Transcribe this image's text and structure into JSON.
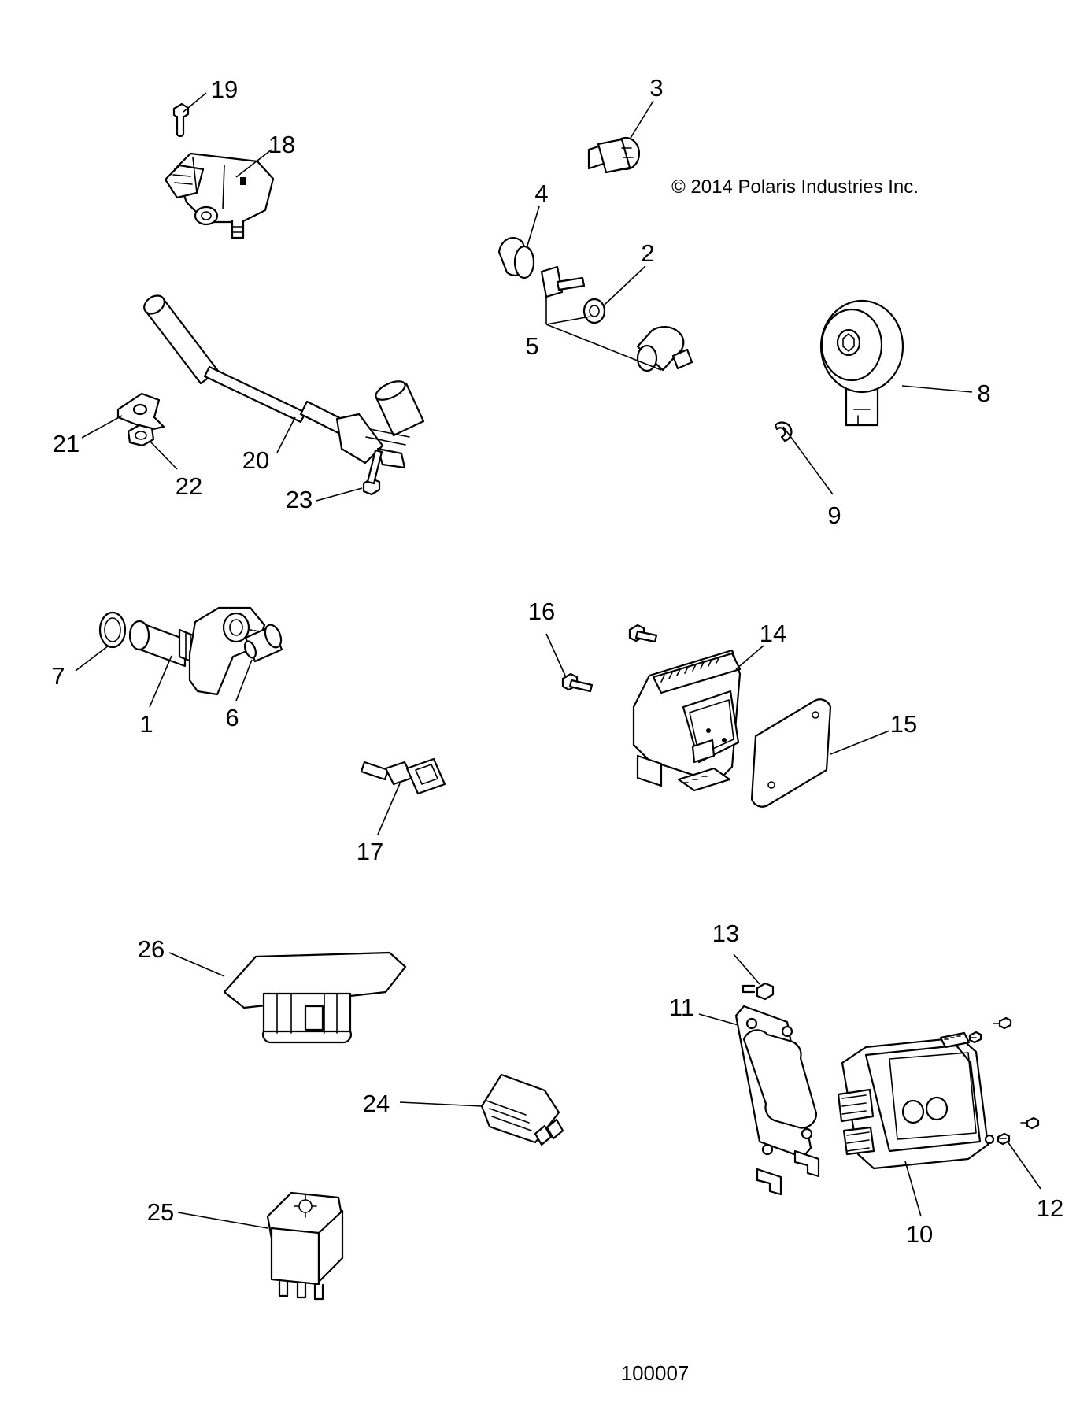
{
  "copyright": "© 2014 Polaris Industries Inc.",
  "diagram_code": "100007",
  "callouts": {
    "c1": "1",
    "c2": "2",
    "c3": "3",
    "c4": "4",
    "c5": "5",
    "c6": "6",
    "c7": "7",
    "c8": "8",
    "c9": "9",
    "c10": "10",
    "c11": "11",
    "c12": "12",
    "c13": "13",
    "c14": "14",
    "c15": "15",
    "c16": "16",
    "c17": "17",
    "c18": "18",
    "c19": "19",
    "c20": "20",
    "c21": "21",
    "c22": "22",
    "c23": "23",
    "c24": "24",
    "c25": "25",
    "c26": "26"
  }
}
